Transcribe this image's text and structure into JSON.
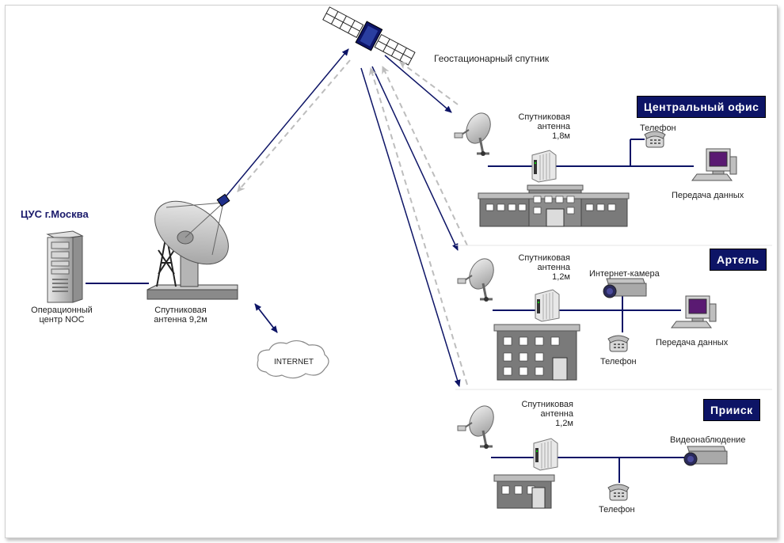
{
  "satellite": {
    "label": "Геостационарный спутник"
  },
  "noc": {
    "title": "ЦУС г.Москва",
    "server_label": "Операционный\nцентр NOC",
    "antenna_label": "Спутниковая\nантенна 9,2м",
    "internet_label": "INTERNET"
  },
  "sites": [
    {
      "title": "Центральный офис",
      "antenna_label": "Спутниковая\nантенна\n1,8м",
      "devices": [
        "Телефон",
        "Передача данных"
      ]
    },
    {
      "title": "Артель",
      "antenna_label": "Спутниковая\nантенна\n1,2м",
      "devices": [
        "Интернет-камера",
        "Передача данных",
        "Телефон"
      ]
    },
    {
      "title": "Прииск",
      "antenna_label": "Спутниковая\nантенна\n1,2м",
      "devices": [
        "Видеонаблюдение",
        "Телефон"
      ]
    }
  ],
  "colors": {
    "link_blue": "#0d1466",
    "link_gray": "#b5b5b5",
    "title_bg": "#0d1466"
  }
}
